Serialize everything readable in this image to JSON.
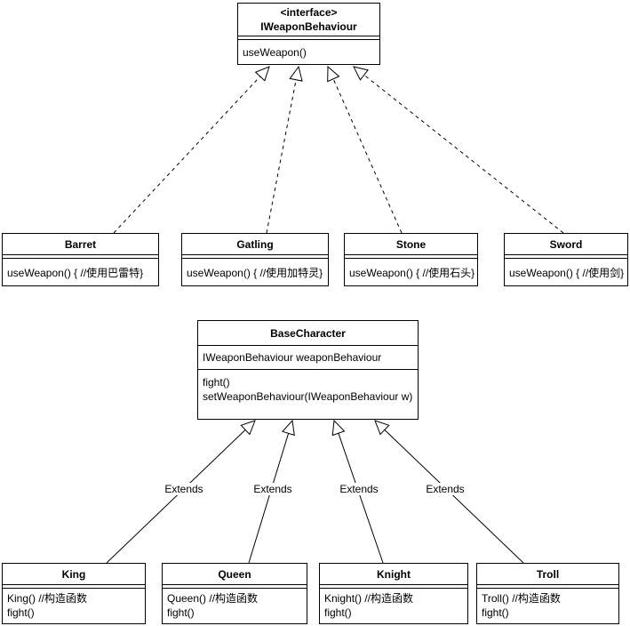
{
  "interface_box": {
    "stereotype": "<interface>",
    "name": "IWeaponBehaviour",
    "method": "useWeapon()"
  },
  "weapon_classes": {
    "barret": {
      "title": "Barret",
      "method": "useWeapon() { //使用巴雷特}"
    },
    "gatling": {
      "title": "Gatling",
      "method": "useWeapon() {  //使用加特灵}"
    },
    "stone": {
      "title": "Stone",
      "method": "useWeapon() { //使用石头}"
    },
    "sword": {
      "title": "Sword",
      "method": "useWeapon() { //使用剑}"
    }
  },
  "base_class": {
    "title": "BaseCharacter",
    "field": "IWeaponBehaviour weaponBehaviour",
    "methods": [
      "fight()",
      "setWeaponBehaviour(IWeaponBehaviour w)"
    ]
  },
  "character_classes": {
    "king": {
      "title": "King",
      "methods": [
        "King() //构造函数",
        "fight()"
      ]
    },
    "queen": {
      "title": "Queen",
      "methods": [
        "Queen() //构造函数",
        "fight()"
      ]
    },
    "knight": {
      "title": "Knight",
      "methods": [
        "Knight() //构造函数",
        "fight()"
      ]
    },
    "troll": {
      "title": "Troll",
      "methods": [
        "Troll() //构造函数",
        "fight()"
      ]
    }
  },
  "edge_labels": [
    "Extends",
    "Extends",
    "Extends",
    "Extends"
  ],
  "colors": {
    "stroke": "#000000",
    "fill": "#ffffff",
    "background": "#ffffff"
  }
}
